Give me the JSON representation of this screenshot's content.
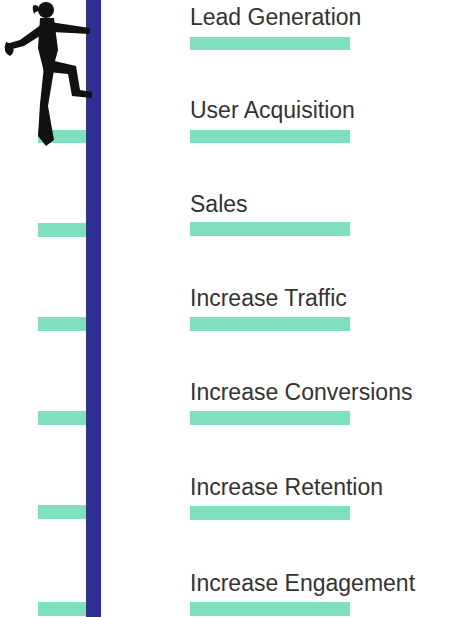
{
  "diagram": {
    "labels": [
      "Lead Generation",
      "User Acquisition",
      "Sales",
      "Increase Traffic",
      "Increase Conversions",
      "Increase Retention",
      "Increase Engagement"
    ]
  }
}
